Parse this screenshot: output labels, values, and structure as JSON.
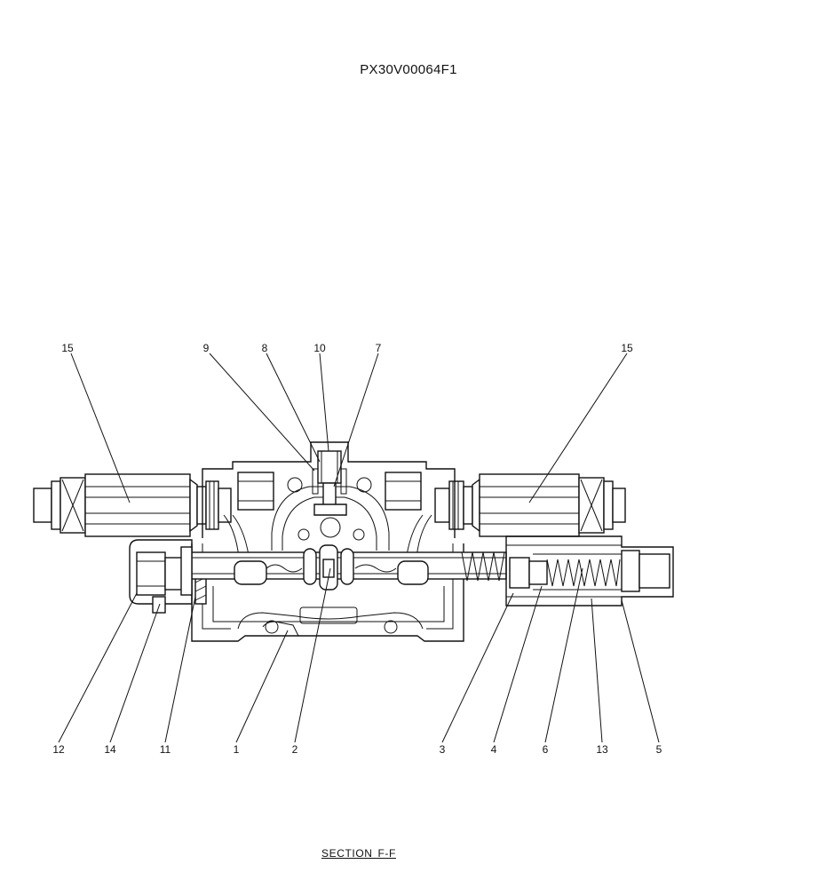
{
  "drawing_id": "PX30V00064F1",
  "section_caption": "SECTION  F-F",
  "callouts": [
    {
      "id": "c15l",
      "label": "15"
    },
    {
      "id": "c9",
      "label": "9"
    },
    {
      "id": "c8",
      "label": "8"
    },
    {
      "id": "c10",
      "label": "10"
    },
    {
      "id": "c7",
      "label": "7"
    },
    {
      "id": "c15r",
      "label": "15"
    },
    {
      "id": "c12",
      "label": "12"
    },
    {
      "id": "c14",
      "label": "14"
    },
    {
      "id": "c11",
      "label": "11"
    },
    {
      "id": "c1",
      "label": "1"
    },
    {
      "id": "c2",
      "label": "2"
    },
    {
      "id": "c3",
      "label": "3"
    },
    {
      "id": "c4",
      "label": "4"
    },
    {
      "id": "c6",
      "label": "6"
    },
    {
      "id": "c13",
      "label": "13"
    },
    {
      "id": "c5",
      "label": "5"
    }
  ]
}
